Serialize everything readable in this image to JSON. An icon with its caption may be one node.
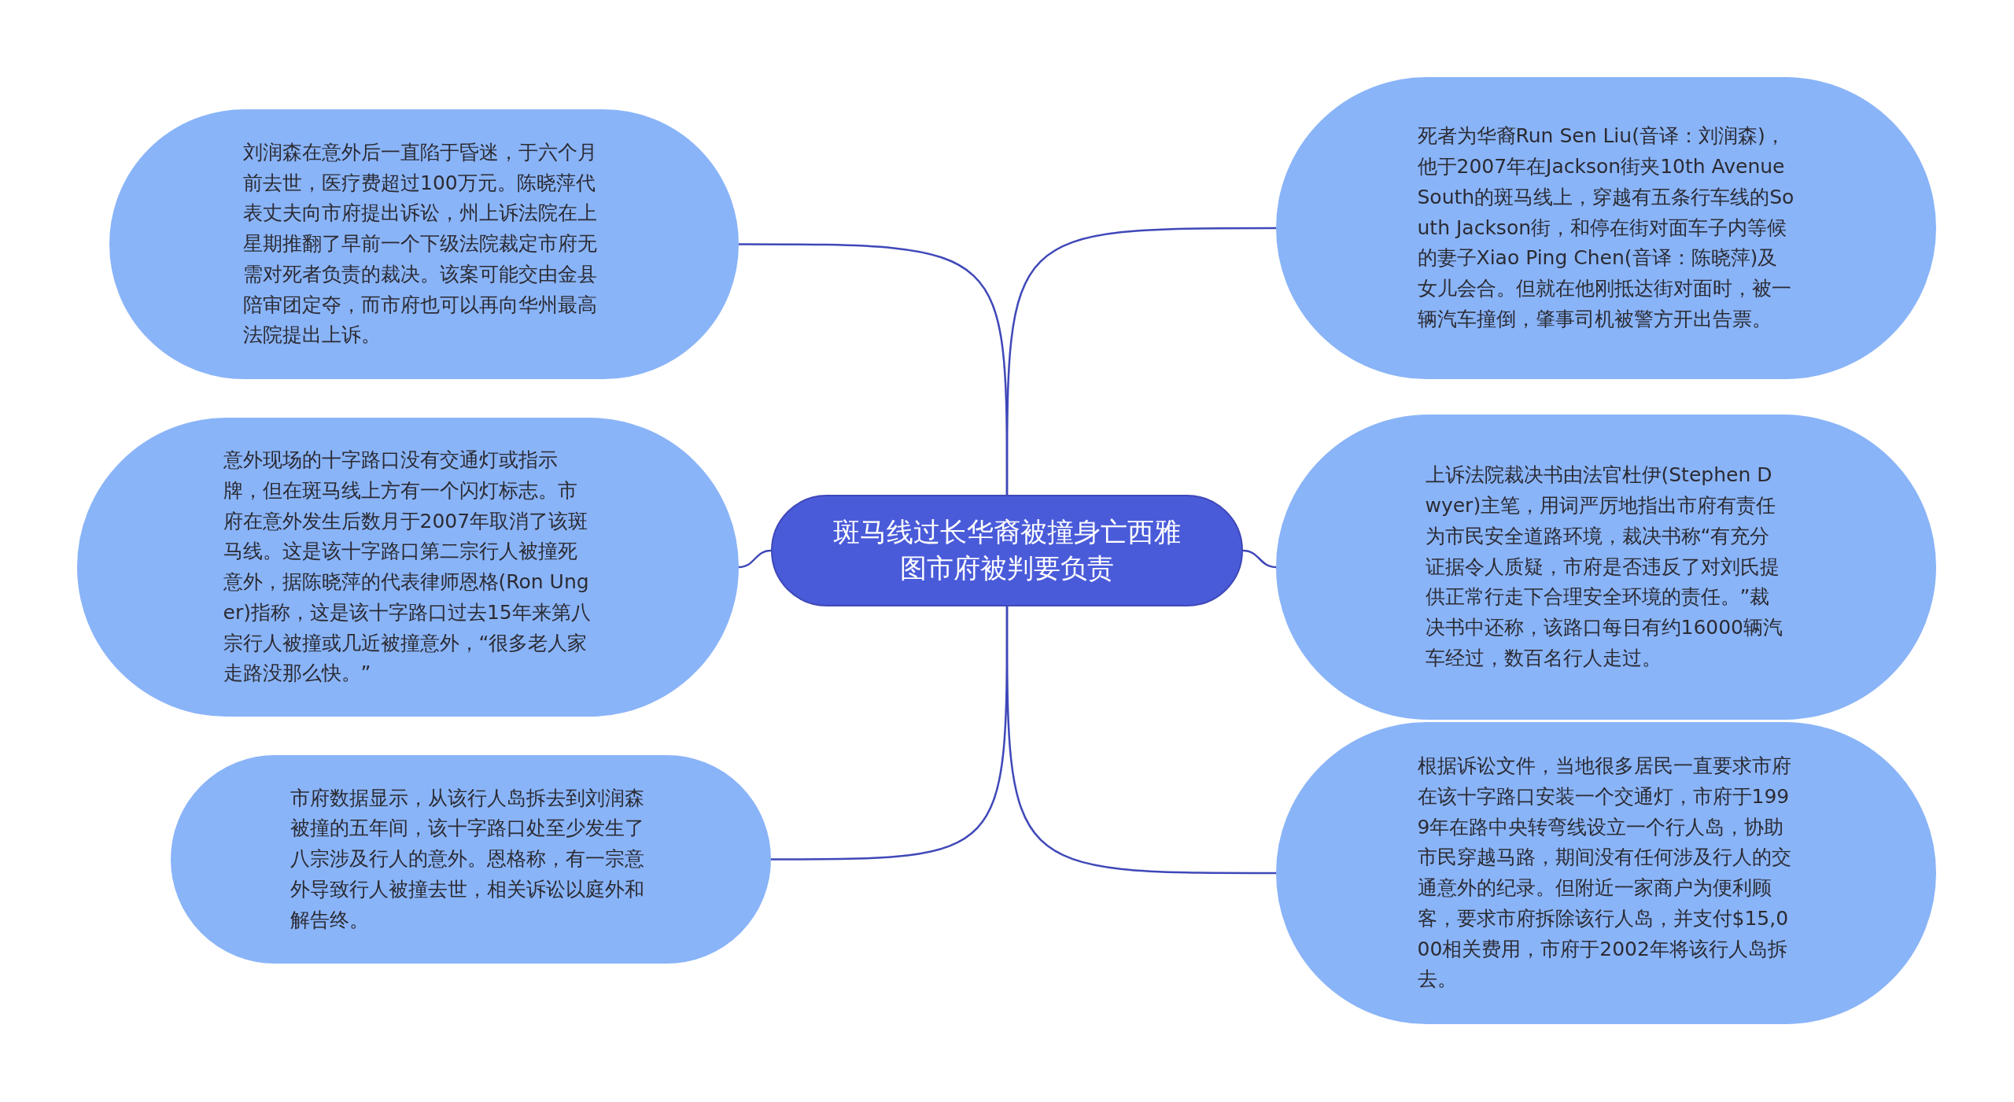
{
  "diagram": {
    "nodes": [
      {
        "text": [
          "斑马线过长华裔被撞身亡西雅图市府被判要负责"
        ]
      },
      {
        "text": [
          "刘润森在意外后一直陷于昏迷，于六个月前去世，医疗费超过100万元。陈晓萍代表丈夫向市府提出诉讼，州上诉法院在上星期推翻了早前一个下级法院裁定市府无需对死者负责的裁决。该案可能交由金县陪审团定夺，而市府也可以再向华州最高法院提出上诉。"
        ]
      },
      {
        "text": [
          "意外现场的十字路口没有交通灯或指示牌，但在斑马线上方有一个闪灯标志。市府在意外发生后数月于2007年取消了该斑马线。这是该十字路口第二宗行人被撞死意外，据陈晓萍的代表律师恩格(Ron Unger)指称，这是该十字路口过去15年来第八宗行人被撞或几近被撞意外，“很多老人家走路没那么快。”"
        ]
      },
      {
        "text": [
          "市府数据显示，从该行人岛拆去到刘润森被撞的五年间，该十字路口处至少发生了八宗涉及行人的意外。恩格称，有一宗意外导致行人被撞去世，相关诉讼以庭外和解告终。"
        ]
      },
      {
        "text": [
          "死者为华裔Run Sen Liu(音译：刘润森)，他于2007年在Jackson街夹10th Avenue South的斑马线上，穿越有五条行车线的South Jackson街，和停在街对面车子内等候的妻子Xiao Ping Chen(音译：陈晓萍)及女儿会合。但就在他刚抵达街对面时，被一辆汽车撞倒，肇事司机被警方开出告票。"
        ]
      },
      {
        "text": [
          "上诉法院裁决书由法官杜伊(Stephen Dwyer)主笔，用词严厉地指出市府有责任为市民安全道路环境，裁决书称“有充分证据令人质疑，市府是否违反了对刘氏提供正常行走下合理安全环境的责任。”裁决书中还称，该路口每日有约16000辆汽车经过，数百名行人走过。"
        ]
      },
      {
        "text": [
          "根据诉讼文件，当地很多居民一直要求市府在该十字路口安装一个交通灯，市府于1999年在路中央转弯线设立一个行人岛，协助市民穿越马路，期间没有任何涉及行人的交通意外的纪录。但附近一家商户为便利顾客，要求市府拆除该行人岛，并支付$15,000相关费用，市府于2002年将该行人岛拆去。"
        ]
      }
    ],
    "edges": [
      {
        "from": 0,
        "to": 1,
        "arrow": "none"
      },
      {
        "from": 0,
        "to": 2,
        "arrow": "none"
      },
      {
        "from": 0,
        "to": 3,
        "arrow": "none"
      },
      {
        "from": 0,
        "to": 4,
        "arrow": "none"
      },
      {
        "from": 0,
        "to": 5,
        "arrow": "none"
      },
      {
        "from": 0,
        "to": 6,
        "arrow": "none"
      }
    ]
  }
}
